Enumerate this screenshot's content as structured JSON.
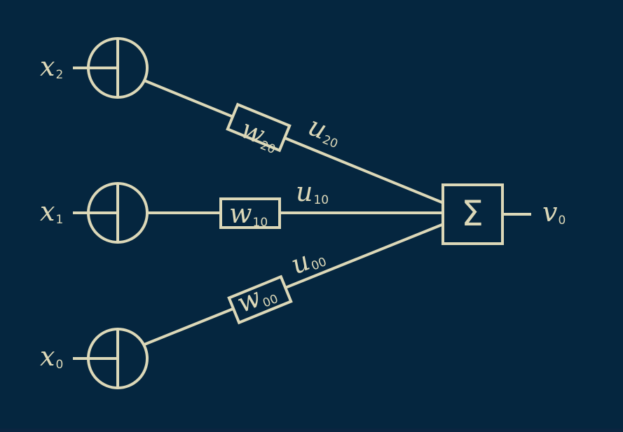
{
  "colors": {
    "background": "#05263f",
    "stroke": "#dcd8b8"
  },
  "inputs": [
    {
      "base": "x",
      "sub": "2"
    },
    {
      "base": "x",
      "sub": "1"
    },
    {
      "base": "x",
      "sub": "0"
    }
  ],
  "weights": [
    {
      "base": "w",
      "sub": "20"
    },
    {
      "base": "w",
      "sub": "10"
    },
    {
      "base": "w",
      "sub": "00"
    }
  ],
  "weighted_signals": [
    {
      "base": "u",
      "sub": "20"
    },
    {
      "base": "u",
      "sub": "10"
    },
    {
      "base": "u",
      "sub": "00"
    }
  ],
  "summation": {
    "symbol": "Σ"
  },
  "output": {
    "base": "v",
    "sub": "0"
  },
  "icons": {
    "input_node": "circle-with-half-cross-icon",
    "summation_node": "summation-icon"
  }
}
